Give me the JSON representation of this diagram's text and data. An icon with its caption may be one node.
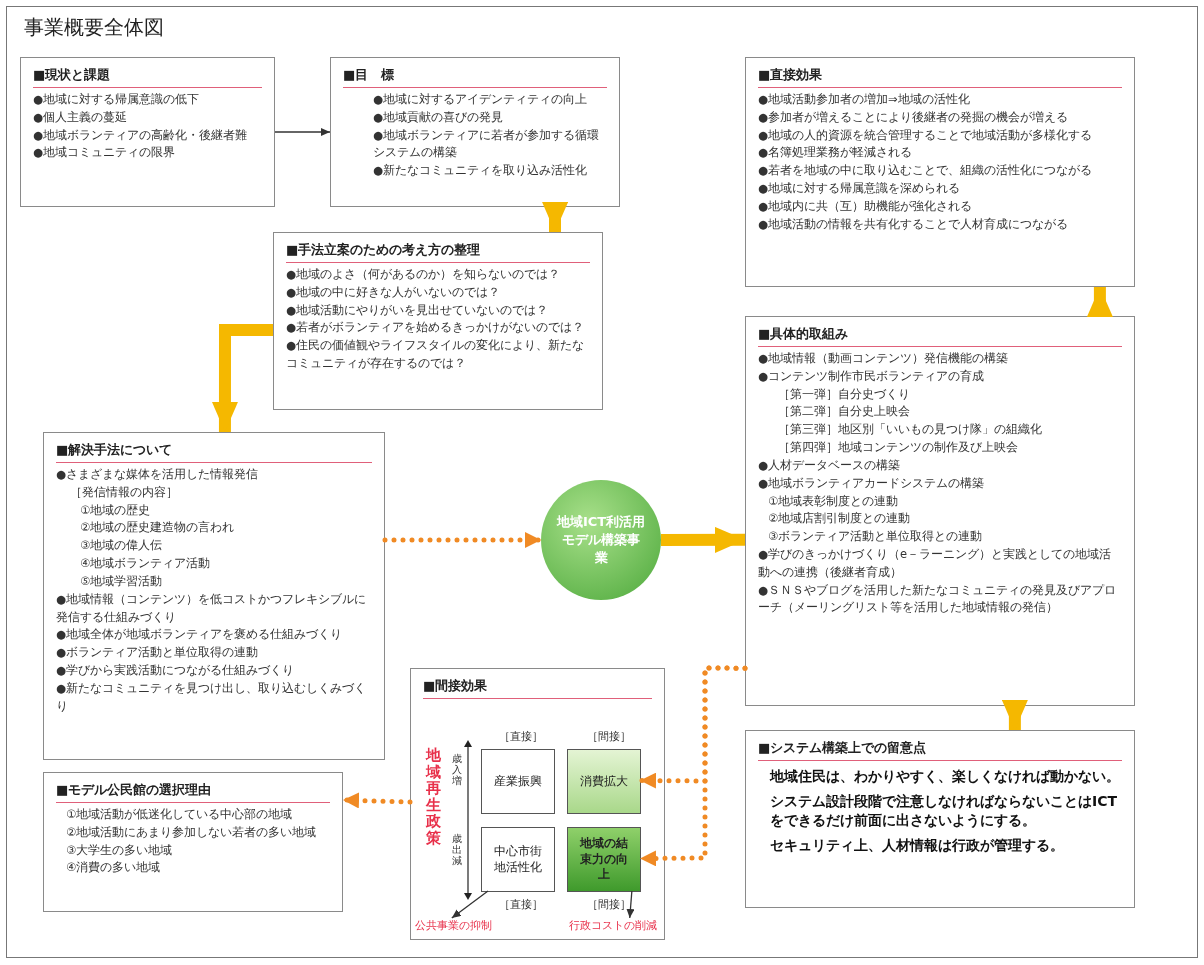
{
  "diagram": {
    "title": "事業概要全体図",
    "nodes": [
      {
        "text": [
          "■現状と課題",
          "●地域に対する帰属意識の低下",
          "●個人主義の蔓延",
          "●地域ボランティアの高齢化・後継者難",
          "●地域コミュニティの限界"
        ]
      },
      {
        "text": [
          "■目　標",
          "●地域に対するアイデンティティの向上",
          "●地域貢献の喜びの発見",
          "●地域ボランティアに若者が参加する循環システムの構築",
          "●新たなコミュニティを取り込み活性化"
        ]
      },
      {
        "text": [
          "■手法立案のための考え方の整理",
          "●地域のよさ（何があるのか）を知らないのでは？",
          "●地域の中に好きな人がいないのでは？",
          "●地域活動にやりがいを見出せていないのでは？",
          "●若者がボランティアを始めるきっかけがないのでは？",
          "●住民の価値観やライフスタイルの変化により、新たなコミュニティが存在するのでは？"
        ]
      },
      {
        "text": [
          "■解決手法について",
          "●さまざまな媒体を活用した情報発信",
          "［発信情報の内容］",
          "①地域の歴史",
          "②地域の歴史建造物の言われ",
          "③地域の偉人伝",
          "④地域ボランティア活動",
          "⑤地域学習活動",
          "●地域情報（コンテンツ）を低コストかつフレキシブルに発信する仕組みづくり",
          "●地域全体が地域ボランティアを褒める仕組みづくり",
          "●ボランティア活動と単位取得の連動",
          "●学びから実践活動につながる仕組みづくり",
          "●新たなコミュニティを見つけ出し、取り込むしくみづくり"
        ]
      },
      {
        "text": [
          "地域ICT利活用モデル構築事業"
        ]
      },
      {
        "text": [
          "■具体的取組み",
          "●地域情報（動画コンテンツ）発信機能の構築",
          "●コンテンツ制作市民ボランティアの育成",
          "［第一弾］自分史づくり",
          "［第二弾］自分史上映会",
          "［第三弾］地区別「いいもの見つけ隊」の組織化",
          "［第四弾］地域コンテンツの制作及び上映会",
          "●人材データベースの構築",
          "●地域ボランティアカードシステムの構築",
          "①地域表彰制度との連動",
          "②地域店割引制度との連動",
          "③ボランティア活動と単位取得との連動",
          "●学びのきっかけづくり（e－ラーニング）と実践としての地域活動への連携（後継者育成）",
          "●ＳＮＳやブログを活用した新たなコミュニティの発見及びアプローチ（メーリングリスト等を活用した地域情報の発信）"
        ]
      },
      {
        "text": [
          "■直接効果",
          "●地域活動参加者の増加⇒地域の活性化",
          "●参加者が増えることにより後継者の発掘の機会が増える",
          "●地域の人的資源を統合管理することで地域活動が多様化する",
          "●名簿処理業務が軽減される",
          "●若者を地域の中に取り込むことで、組織の活性化につながる",
          "●地域に対する帰属意識を深められる",
          "●地域内に共（互）助機能が強化される",
          "●地域活動の情報を共有化することで人材育成につながる"
        ]
      },
      {
        "text": [
          "■システム構築上での留意点",
          "地域住民は、わかりやすく、楽しくなければ動かない。",
          "システム設計段階で注意しなければならないことはICTをできるだけ前面に出さないようにする。",
          "セキュリティ上、人材情報は行政が管理する。"
        ]
      },
      {
        "text": [
          "■間接効果"
        ]
      },
      {
        "text": [
          "産業振興"
        ],
        "in": 8
      },
      {
        "text": [
          "消費拡大"
        ],
        "in": 8
      },
      {
        "text": [
          "中心市街地活性化"
        ],
        "in": 8
      },
      {
        "text": [
          "地域の結束力の向上"
        ],
        "in": 8
      },
      {
        "text": [
          "公共事業の抑制"
        ],
        "in": 8
      },
      {
        "text": [
          "行政コストの削減"
        ],
        "in": 8
      },
      {
        "text": [
          "■モデル公民館の選択理由",
          "①地域活動が低迷化している中心部の地域",
          "②地域活動にあまり参加しない若者の多い地域",
          "③大学生の多い地域",
          "④消費の多い地域"
        ]
      }
    ],
    "edges": [
      {
        "from": 0,
        "to": 1,
        "arrow": "to",
        "color": "#333333"
      },
      {
        "from": 1,
        "to": 2,
        "arrow": "to",
        "style": "thick",
        "color": "#f5b800"
      },
      {
        "from": 2,
        "to": 3,
        "arrow": "to",
        "style": "thick",
        "color": "#f5b800"
      },
      {
        "from": 3,
        "to": 4,
        "arrow": "to",
        "style": "dashed",
        "color": "#f08a24"
      },
      {
        "from": 4,
        "to": 5,
        "arrow": "to",
        "style": "thick",
        "color": "#f5b800"
      },
      {
        "from": 5,
        "to": 6,
        "arrow": "to",
        "style": "thick",
        "color": "#f5b800"
      },
      {
        "from": 5,
        "to": 7,
        "arrow": "to",
        "style": "thick",
        "color": "#f5b800"
      },
      {
        "from": 5,
        "to": 10,
        "arrow": "to",
        "style": "dashed",
        "color": "#f08a24"
      },
      {
        "from": 5,
        "to": 12,
        "arrow": "to",
        "style": "dashed",
        "color": "#f08a24"
      },
      {
        "from": 8,
        "to": 15,
        "arrow": "to",
        "style": "dashed",
        "color": "#f08a24"
      },
      {
        "from": 11,
        "to": 13,
        "arrow": "to",
        "color": "#333333"
      },
      {
        "from": 12,
        "to": 14,
        "arrow": "to",
        "color": "#333333"
      }
    ],
    "labels": [
      "［直接］",
      "［間接］",
      "地域再生政策",
      "歳入増",
      "歳出減",
      "［直接］",
      "［間接］"
    ]
  }
}
